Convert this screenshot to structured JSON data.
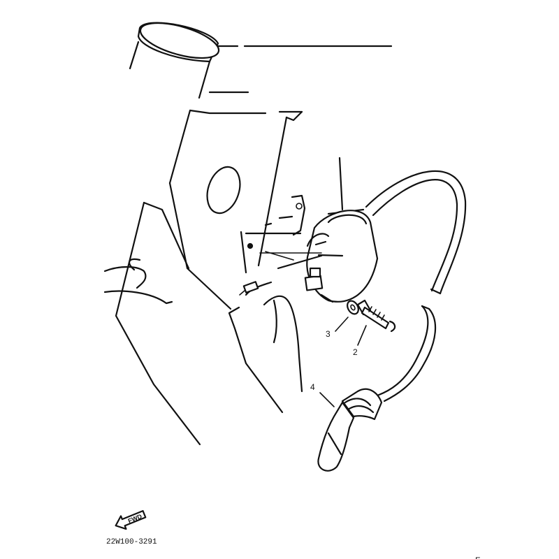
{
  "diagram": {
    "callouts": [
      {
        "id": "2",
        "part": "bolt"
      },
      {
        "id": "3",
        "part": "washer"
      },
      {
        "id": "4",
        "part": "spark-plug-cap"
      }
    ],
    "fwd_label": "FWD",
    "part_code": "22W100-3291",
    "corner_mark": "F",
    "colors": {
      "ink": "#111111",
      "paper": "#ffffff"
    }
  }
}
